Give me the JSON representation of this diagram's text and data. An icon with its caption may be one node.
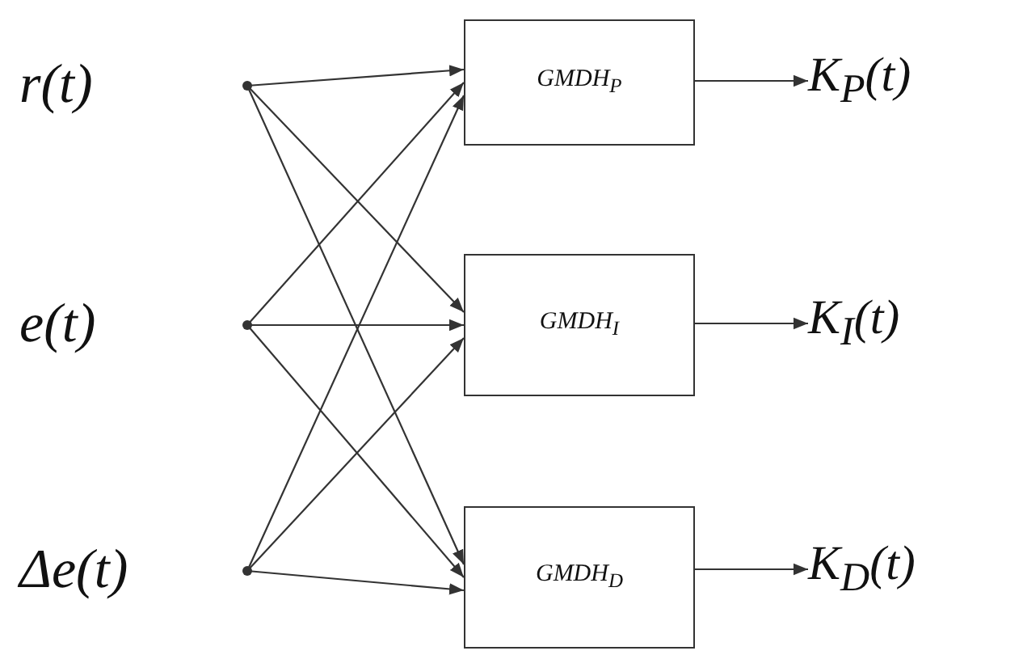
{
  "diagram": {
    "nodes": [
      {
        "text": [
          "r(t)"
        ]
      },
      {
        "text": [
          "e(t)"
        ]
      },
      {
        "text": [
          "Δe(t)"
        ]
      },
      {
        "text": [
          "GMDH$_{P}$"
        ]
      },
      {
        "text": [
          "GMDH$_{I}$"
        ]
      },
      {
        "text": [
          "GMDH$_{D}$"
        ]
      },
      {
        "text": [
          "K$_{P}$(t)"
        ]
      },
      {
        "text": [
          "K$_{I}$(t)"
        ]
      },
      {
        "text": [
          "K$_{D}$(t)"
        ]
      }
    ],
    "edges": [
      {
        "from": 0,
        "to": 3,
        "arrow": "to"
      },
      {
        "from": 0,
        "to": 4,
        "arrow": "to"
      },
      {
        "from": 0,
        "to": 5,
        "arrow": "to"
      },
      {
        "from": 1,
        "to": 3,
        "arrow": "to"
      },
      {
        "from": 1,
        "to": 4,
        "arrow": "to"
      },
      {
        "from": 1,
        "to": 5,
        "arrow": "to"
      },
      {
        "from": 2,
        "to": 3,
        "arrow": "to"
      },
      {
        "from": 2,
        "to": 4,
        "arrow": "to"
      },
      {
        "from": 2,
        "to": 5,
        "arrow": "to"
      },
      {
        "from": 3,
        "to": 6,
        "arrow": "to"
      },
      {
        "from": 4,
        "to": 7,
        "arrow": "to"
      },
      {
        "from": 5,
        "to": 8,
        "arrow": "to"
      }
    ]
  }
}
